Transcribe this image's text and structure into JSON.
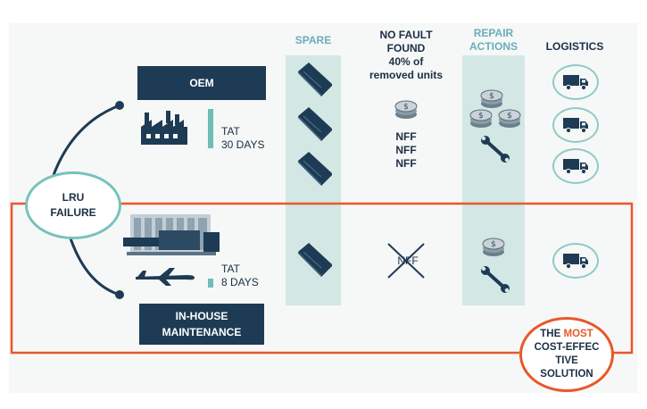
{
  "columns": {
    "spare": "SPARE",
    "nff_line1": "NO FAULT",
    "nff_line2": "FOUND",
    "nff_line3": "40% of",
    "nff_line4": "removed units",
    "repair_line1": "REPAIR",
    "repair_line2": "ACTIONS",
    "logistics": "LOGISTICS"
  },
  "oem": {
    "label": "OEM",
    "tat_label": "TAT",
    "tat_value": "30 DAYS",
    "nff": [
      "NFF",
      "NFF",
      "NFF"
    ]
  },
  "in_house": {
    "label_line1": "IN-HOUSE",
    "label_line2": "MAINTENANCE",
    "tat_label": "TAT",
    "tat_value": "8 DAYS",
    "nff_crossed": "NFF"
  },
  "lru": {
    "line1": "LRU",
    "line2": "FAILURE"
  },
  "most": {
    "line1_pre": "THE ",
    "line1_hl": "MOST",
    "line2": "COST-EFFEC",
    "line3": "TIVE",
    "line4": "SOLUTION"
  },
  "colors": {
    "navy": "#1e3b55",
    "teal": "#6aaeb9",
    "band": "#d3e8e5",
    "accent": "#e8582b"
  },
  "icons": {
    "spare": "lru-box-icon",
    "coins": "coin-stack-icon",
    "wrench": "wrench-icon",
    "truck": "truck-icon",
    "factory": "factory-icon",
    "plane": "airplane-icon",
    "workshop": "workshop-equipment-icon"
  }
}
